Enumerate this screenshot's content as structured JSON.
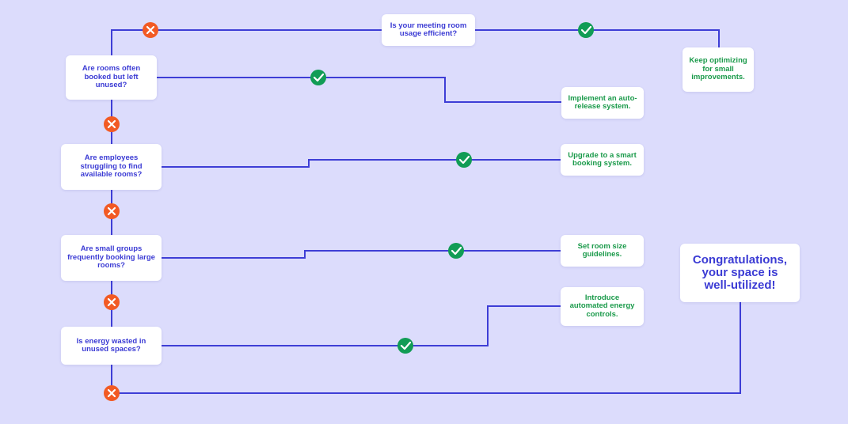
{
  "diagram": {
    "start_question": "Is your meeting room usage efficient?",
    "keep_optimizing": "Keep optimizing for small improvements.",
    "questions": [
      {
        "text": "Are rooms often booked but left unused?",
        "answer": "Implement an auto-release system."
      },
      {
        "text": "Are employees struggling to find available rooms?",
        "answer": "Upgrade to a smart booking system."
      },
      {
        "text": "Are small groups frequently booking large rooms?",
        "answer": "Set room size guidelines."
      },
      {
        "text": "Is energy wasted in unused spaces?",
        "answer": "Introduce automated energy controls."
      }
    ],
    "final_message": "Congratulations, your space is well-utilized!",
    "colors": {
      "question_text": "#3b3bd4",
      "answer_text": "#1a9a4a",
      "connector": "#3e3ed6",
      "no_badge": "#f25a24",
      "yes_badge": "#119c55",
      "background": "#dcdcfc"
    },
    "icons": {
      "yes": "check-icon",
      "no": "x-icon"
    }
  }
}
